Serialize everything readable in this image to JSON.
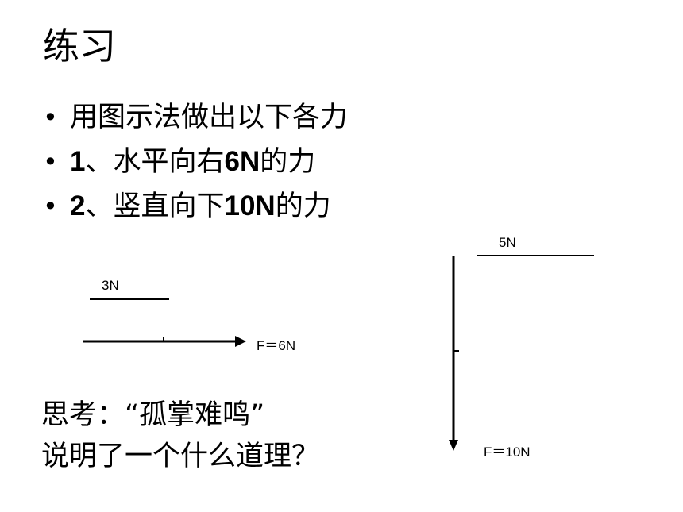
{
  "slide": {
    "title": "练习",
    "bullets": [
      {
        "text": "用图示法做出以下各力",
        "prefix": ""
      },
      {
        "prefix": "1",
        "middle": "、水平向右",
        "bold_value": "6N",
        "suffix": "的力"
      },
      {
        "prefix": "2",
        "middle": "、竖直向下",
        "bold_value": "10N",
        "suffix": "的力"
      }
    ],
    "think": {
      "line1": "思考：“孤掌难鸣”",
      "line2": "说明了一个什么道理？"
    }
  },
  "diagram_left": {
    "scale_label": "3N",
    "force_label": "F＝6N"
  },
  "diagram_right": {
    "scale_label": "5N",
    "force_label": "F＝10N"
  },
  "colors": {
    "text": "#000000",
    "background": "#ffffff"
  }
}
